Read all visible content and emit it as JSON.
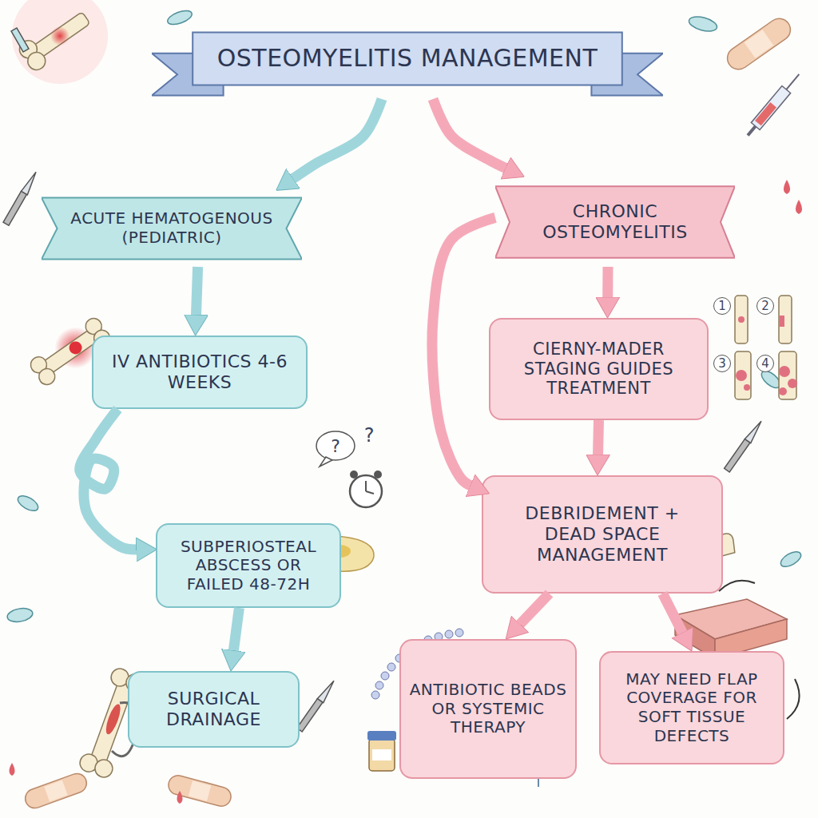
{
  "diagram": {
    "nodes": [
      {
        "text": [
          "OSTEOMYELITIS MANAGEMENT"
        ]
      },
      {
        "text": [
          "ACUTE HEMATOGENOUS (PEDIATRIC)"
        ]
      },
      {
        "text": [
          "CHRONIC OSTEOMYELITIS"
        ]
      },
      {
        "text": [
          "IV ANTIBIOTICS 4-6 WEEKS"
        ]
      },
      {
        "text": [
          "SUBPERIOSTEAL ABSCESS OR FAILED 48-72H"
        ]
      },
      {
        "text": [
          "SURGICAL DRAINAGE"
        ]
      },
      {
        "text": [
          "CIERNY-MADER STAGING GUIDES TREATMENT"
        ]
      },
      {
        "text": [
          "DEBRIDEMENT + DEAD SPACE MANAGEMENT"
        ]
      },
      {
        "text": [
          "ANTIBIOTIC BEADS OR SYSTEMIC THERAPY"
        ]
      },
      {
        "text": [
          "MAY NEED FLAP COVERAGE FOR SOFT TISSUE DEFECTS"
        ]
      }
    ],
    "edges": [
      {
        "from": 0,
        "to": 1,
        "arrow": "to"
      },
      {
        "from": 0,
        "to": 2,
        "arrow": "to"
      },
      {
        "from": 1,
        "to": 3,
        "arrow": "to"
      },
      {
        "from": 3,
        "to": 4,
        "arrow": "to"
      },
      {
        "from": 4,
        "to": 5,
        "arrow": "to"
      },
      {
        "from": 2,
        "to": 6,
        "arrow": "to"
      },
      {
        "from": 6,
        "to": 7,
        "arrow": "to"
      },
      {
        "from": 2,
        "to": 7,
        "arrow": "to"
      },
      {
        "from": 7,
        "to": 8,
        "arrow": "to"
      },
      {
        "from": 7,
        "to": 9,
        "arrow": "to"
      }
    ],
    "labels": [
      "1",
      "2",
      "3",
      "4",
      "?",
      "?"
    ]
  }
}
